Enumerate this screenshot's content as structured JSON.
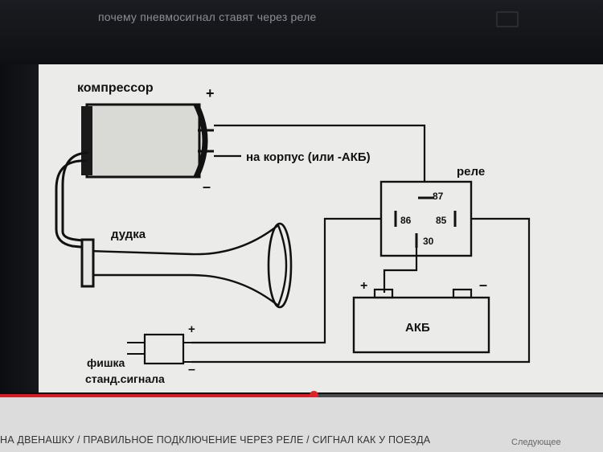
{
  "video": {
    "title": "почему пневмосигнал ставят через реле",
    "progress": 0.52,
    "bottom_title": "НА ДВЕНАШКУ / ПРАВИЛЬНОЕ ПОДКЛЮЧЕНИЕ ЧЕРЕЗ РЕЛЕ / СИГНАЛ КАК У ПОЕЗДА",
    "next_label": "Следующее"
  },
  "diagram": {
    "compressor_label": "компрессор",
    "plus": "+",
    "minus": "–",
    "ground_label": "на корпус (или -АКБ)",
    "relay_label": "реле",
    "pin_87": "87",
    "pin_86": "86",
    "pin_85": "85",
    "pin_30": "30",
    "horn_label": "дудка",
    "battery_label": "АКБ",
    "connector_label_1": "фишка",
    "connector_label_2": "станд.сигнала"
  },
  "colors": {
    "progress": "#d61c24",
    "screen_bg": "#ebebe9",
    "ink": "#111111"
  }
}
